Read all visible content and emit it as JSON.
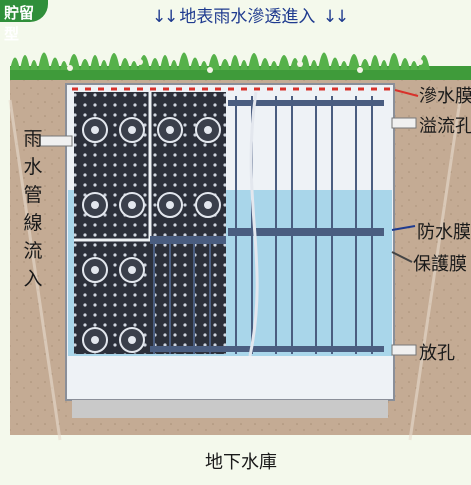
{
  "header": {
    "badge_text": "貯留型",
    "caption": "地表雨水滲透進入"
  },
  "left_label": [
    "雨",
    "水",
    "管",
    "線",
    "流",
    "入"
  ],
  "right_labels": {
    "seepage_membrane": "滲水膜",
    "overflow_hole": "溢流孔",
    "waterproof_membrane": "防水膜",
    "protective_membrane": "保護膜",
    "drain_hole": "放孔"
  },
  "bottom_caption": "地下水庫",
  "colors": {
    "soil": "#bfa58d",
    "grass": "#3f9b3a",
    "water": "#a9d6ea",
    "module_dark": "#2b2f3a",
    "accent_blue": "#1f3b8f",
    "red_dash": "#d8322b"
  }
}
